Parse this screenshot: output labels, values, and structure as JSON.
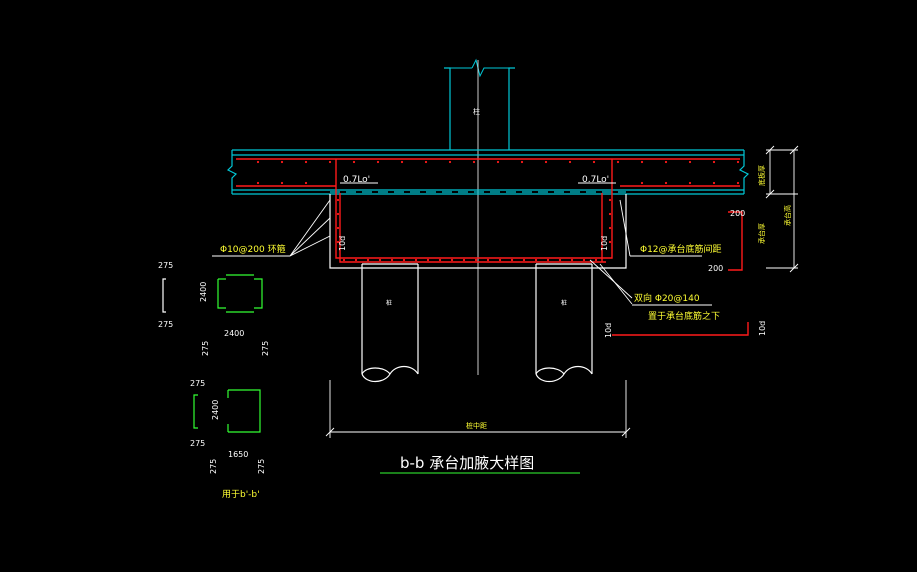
{
  "drawing": {
    "title": "b-b 承台加腋大样图",
    "colors": {
      "background": "#000000",
      "outline": "#ffffff",
      "concrete": "#00c8d7",
      "rebar": "#ff1a1a",
      "note": "#ffff33",
      "stirrup": "#33ff33",
      "dimension": "#ffffff"
    },
    "labels": {
      "anchor_left": "0.7Lo'",
      "anchor_right": "0.7Lo'",
      "haunch_stirrup": "Φ10@200 环箍",
      "rebar_right": "Φ12@承台底筋间距",
      "rebar_bottom_a": "双向   Φ20@140",
      "rebar_bottom_b": "置于承台底筋之下",
      "ten_d_left": "10d",
      "ten_d_right": "10d",
      "ten_d_tail1": "10d",
      "ten_d_tail2": "10d",
      "hook_top": "200",
      "hook_bottom": "200",
      "side_dim_1": "底板厚",
      "side_dim_2": "承台厚",
      "side_dim_3": "承台高",
      "column_mark": "柱",
      "pile_left": "桩",
      "pile_right": "桩",
      "pile_span": "桩中距"
    },
    "stirrup_details": {
      "sq_side_top": "275",
      "sq_side_bottom": "275",
      "sq_height": "2400",
      "sq_width": "2400",
      "sq_corner_left": "275",
      "sq_corner_right": "275",
      "rect_side_top": "275",
      "rect_side_bottom": "275",
      "rect_height": "2400",
      "rect_width": "1650",
      "rect_corner_left": "275",
      "rect_corner_right": "275",
      "usage_note": "用于b'-b'"
    }
  }
}
